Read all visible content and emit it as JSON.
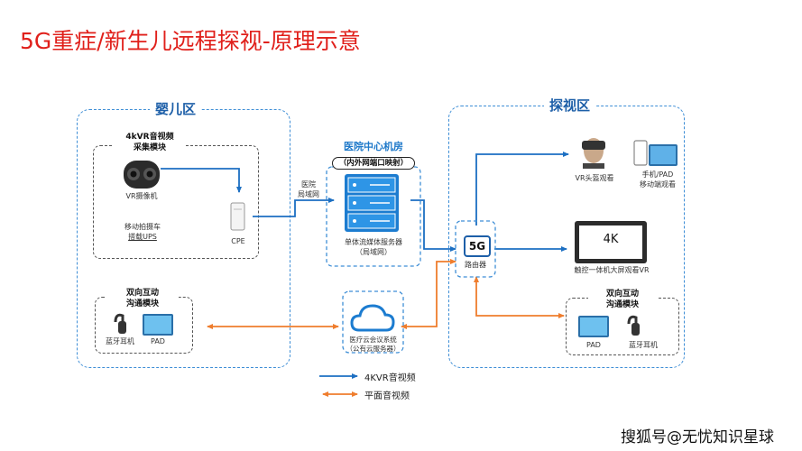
{
  "title": "5G重症/新生儿远程探视-原理示意",
  "baby_zone": {
    "label": "婴儿区",
    "capture_module": {
      "title_line1": "4kVR音视频",
      "title_line2": "采集模块",
      "camera": "VR摄像机",
      "cart_line1": "移动拍摄车",
      "cart_line2": "搭载UPS",
      "cpe": "CPE"
    },
    "comm_module": {
      "title_line1": "双向互动",
      "title_line2": "沟通模块",
      "headset": "蓝牙耳机",
      "pad": "PAD"
    }
  },
  "hospital_room": {
    "title": "医院中心机房",
    "subtitle": "（内外网端口映射）",
    "lan_line1": "医院",
    "lan_line2": "局域网",
    "server_line1": "单体流媒体服务器",
    "server_line2": "（局域网）"
  },
  "cloud": {
    "line1": "医疗云会议系统",
    "line2": "（公有云服务器）"
  },
  "visit_zone": {
    "label": "探视区",
    "vr_headset": "VR头盔观看",
    "mobile_line1": "手机/PAD",
    "mobile_line2": "移动端观看",
    "router_badge": "5G",
    "router": "路由器",
    "big_screen_text": "4K",
    "big_screen_label": "触控一体机大屏观看VR",
    "comm_module": {
      "title_line1": "双向互动",
      "title_line2": "沟通模块",
      "pad": "PAD",
      "headset": "蓝牙耳机"
    }
  },
  "legend": {
    "blue_label": "4KVR音视频",
    "orange_label": "平面音视频",
    "blue_color": "#1c6fc2",
    "orange_color": "#ef7d2d"
  },
  "watermark": "搜狐号@无忧知识星球"
}
